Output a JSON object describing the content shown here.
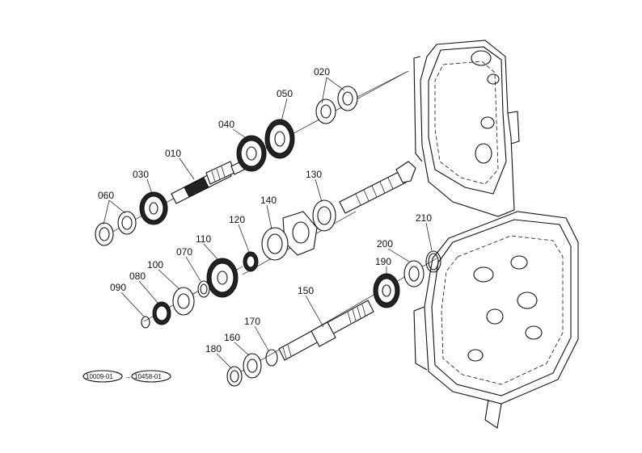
{
  "parts": [
    {
      "id": "p010",
      "label": "010"
    },
    {
      "id": "p020",
      "label": "020"
    },
    {
      "id": "p030",
      "label": "030"
    },
    {
      "id": "p040",
      "label": "040"
    },
    {
      "id": "p050",
      "label": "050"
    },
    {
      "id": "p060",
      "label": "060"
    },
    {
      "id": "p070",
      "label": "070"
    },
    {
      "id": "p080",
      "label": "080"
    },
    {
      "id": "p090",
      "label": "090"
    },
    {
      "id": "p100",
      "label": "100"
    },
    {
      "id": "p110",
      "label": "110"
    },
    {
      "id": "p120",
      "label": "120"
    },
    {
      "id": "p130",
      "label": "130"
    },
    {
      "id": "p140",
      "label": "140"
    },
    {
      "id": "p150",
      "label": "150"
    },
    {
      "id": "p160",
      "label": "160"
    },
    {
      "id": "p170",
      "label": "170"
    },
    {
      "id": "p180",
      "label": "180"
    },
    {
      "id": "p190",
      "label": "190"
    },
    {
      "id": "p200",
      "label": "200"
    },
    {
      "id": "p210",
      "label": "210"
    }
  ],
  "serial_range": {
    "from": "10009-01",
    "arrow": "→",
    "to": "10458-01"
  }
}
